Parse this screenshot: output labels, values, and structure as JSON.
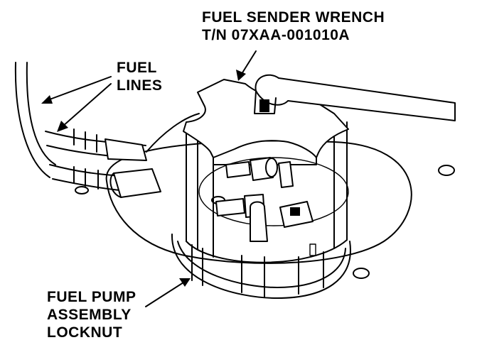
{
  "labels": {
    "wrench_line1": "FUEL SENDER WRENCH",
    "wrench_line2": "T/N 07XAA-001010A",
    "lines_line1": "FUEL",
    "lines_line2": "LINES",
    "locknut_line1": "FUEL PUMP",
    "locknut_line2": "ASSEMBLY",
    "locknut_line3": "LOCKNUT"
  },
  "colors": {
    "ink": "#000000",
    "paper": "#ffffff"
  }
}
